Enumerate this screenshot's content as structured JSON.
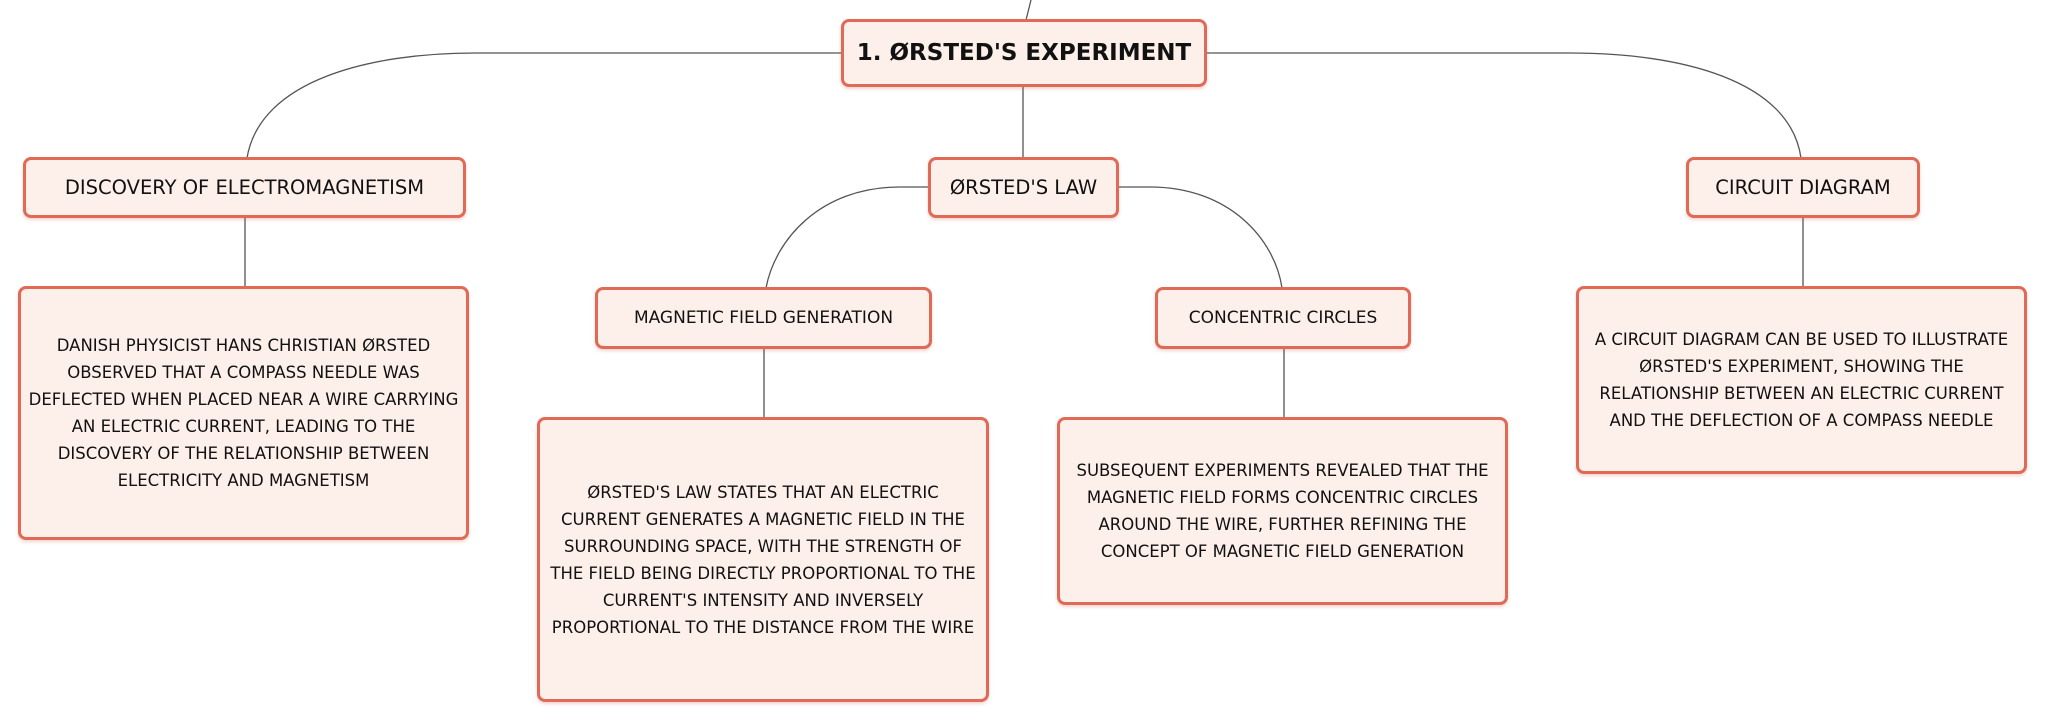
{
  "root": {
    "label": "1. ØRSTED'S EXPERIMENT"
  },
  "topics": {
    "discovery": {
      "label": "DISCOVERY OF ELECTROMAGNETISM",
      "detail": "DANISH PHYSICIST HANS CHRISTIAN ØRSTED OBSERVED THAT A COMPASS NEEDLE WAS DEFLECTED WHEN PLACED NEAR A WIRE CARRYING AN ELECTRIC CURRENT, LEADING TO THE DISCOVERY OF THE RELATIONSHIP BETWEEN ELECTRICITY AND MAGNETISM"
    },
    "law": {
      "label": "ØRSTED'S LAW",
      "children": {
        "magnetic_field": {
          "label": "MAGNETIC FIELD GENERATION",
          "detail": "ØRSTED'S LAW STATES THAT AN ELECTRIC CURRENT GENERATES A MAGNETIC FIELD IN THE SURROUNDING SPACE, WITH THE STRENGTH OF THE FIELD BEING DIRECTLY PROPORTIONAL TO THE CURRENT'S INTENSITY AND INVERSELY PROPORTIONAL TO THE DISTANCE FROM THE WIRE"
        },
        "circles": {
          "label": "CONCENTRIC CIRCLES",
          "detail": "SUBSEQUENT EXPERIMENTS REVEALED THAT THE MAGNETIC FIELD FORMS CONCENTRIC CIRCLES AROUND THE WIRE, FURTHER REFINING THE CONCEPT OF MAGNETIC FIELD GENERATION"
        }
      }
    },
    "circuit": {
      "label": "CIRCUIT DIAGRAM",
      "detail": "A CIRCUIT DIAGRAM CAN BE USED TO ILLUSTRATE ØRSTED'S EXPERIMENT, SHOWING THE RELATIONSHIP BETWEEN AN ELECTRIC CURRENT AND THE DEFLECTION OF A COMPASS NEEDLE"
    }
  },
  "colors": {
    "node_fill": "#fdf0ea",
    "node_border": "#e06a55",
    "connector": "#555555"
  }
}
